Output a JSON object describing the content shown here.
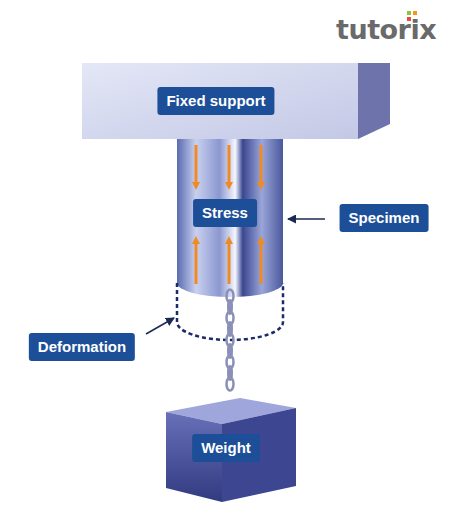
{
  "diagram": {
    "nodes": [
      {
        "text": [
          "Fixed support"
        ]
      },
      {
        "text": [
          "Stress"
        ]
      },
      {
        "text": [
          "Specimen"
        ]
      },
      {
        "text": [
          "Deformation"
        ]
      },
      {
        "text": [
          "Weight"
        ]
      }
    ],
    "labels": [
      "tutorix"
    ]
  }
}
